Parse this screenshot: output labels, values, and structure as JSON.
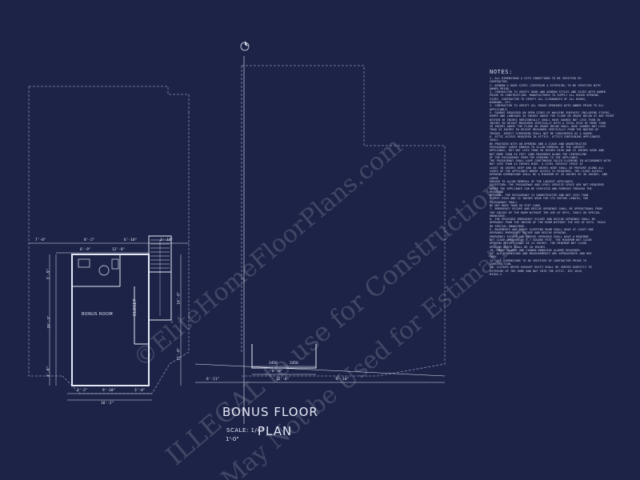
{
  "title_block": {
    "plan_title_line1": "BONUS FLOOR",
    "plan_title_line2": "PLAN",
    "scale": "SCALE: 1/4\"",
    "scale_unit": "1'-0\""
  },
  "room_labels": {
    "bonus_room": "BONUS ROOM",
    "closet": "CLOSET"
  },
  "notes": {
    "title": "NOTES:",
    "lines": [
      "1. ALL DIMENSIONS & SITE CONDITIONS TO BE VERIFIED BY",
      "CONTRACTOR.",
      "2. WINDOW & DOOR SIZES (INTERIOR & EXTERIOR) TO BE VERIFIED WITH",
      "OWNER PRIOR.",
      "3. CONTRACTOR TO VERIFY DOOR AND WINDOW STYLES AND SIZES WITH OWNER",
      "PRIOR TO CONSTRUCTION. MANUFACTURER TO SUPPLY ALL ROUGH OPENING",
      "SIZES. CONTRACTOR TO VERIFY ALL CLEARANCES OF ALL DOORS,",
      "WINDOWS, ETC.",
      "4. CONTRACTOR TO VERIFY ALL ROUGH OPENINGS WITH OWNER PRIOR TO ALL",
      "APPLICABLE.",
      "5. GUARDS REQUIRED ON OPEN SIDES OF WALKING SURFACES INCLUDING STAIRS,",
      "RAMPS AND LANDINGS 30 INCHES ABOVE THE FLOOR OR GRADE BELOW AT ANY POINT",
      "WITHIN 36 INCHES HORIZONTALLY SHALL HAVE GUARDS NOT LESS THAN 36",
      "INCHES IN HEIGHT MEASURED VERTICALLY WITH A TOTAL RISE OF MORE THAN",
      "30 INCHES ABOVE THE FLOOR OR GRADE BELOW SHALL HAVE GUARDS NOT LESS",
      "THAN 34 INCHES IN HEIGHT MEASURED VERTICALLY FROM THE NOSING OF",
      "TREADS. INSECT SCREENING SHALL NOT BE CONSIDERED AS A GUARD.",
      "6. ATTIC ACCESS REQUIRED IN ATTICS. ATTICS CONTAINING APPLIANCES",
      "SHALL",
      "BE PROVIDED WITH AN OPENING AND A CLEAR AND UNOBSTRUCTED",
      "PASSAGEWAY LARGE ENOUGH TO ALLOW REMOVAL OF THE LARGEST",
      "APPLIANCE, BUT NOT LESS THAN 30 INCHES HIGH AND 22 INCHES WIDE AND",
      "NOT MORE THAN 20 FEET LONG MEASURED ALONG THE CENTERLINE",
      "OF THE PASSAGEWAY FROM THE OPENING TO THE APPLIANCE.",
      "THE PASSAGEWAY SHALL HAVE CONTINUOUS SOLID FLOORING IN ACCORDANCE WITH",
      "NOT LESS THAN 24 INCHES WIDE. A LEVEL SERVICE SPACE AT",
      "LEAST 30 INCHES DEEP AND 30 INCHES WIDE SHALL BE PRESENT ALONG ALL",
      "SIDES OF THE APPLIANCE WHERE ACCESS IS REQUIRED. THE CLEAR ACCESS",
      "OPENING DIMENSIONS SHALL BE A MINIMUM OF 20 INCHES BY 30 INCHES, AND",
      "LARGE",
      "ENOUGH TO ALLOW REMOVAL OF THE LARGEST APPLIANCE.",
      "EXCEPTION: THE PASSAGEWAY AND LEVEL SERVICE SPACE ARE NOT REQUIRED",
      "WHERE THE APPLIANCE CAN BE SERVICED AND REMOVED THROUGH THE",
      "REQUIRED",
      "OPENING. THE PASSAGEWAY IS UNOBSTRUCTED AND NOT LESS THAN",
      "6 FEET HIGH AND 22 INCHES WIDE FOR ITS ENTIRE LENGTH, THE",
      "PASSAGEWAY SHALL",
      "BE NOT MORE THAN 50 FEET LONG.",
      "7. EMERGENCY ESCAPE AND RESCUE OPENINGS SHALL BE OPERATIONAL FROM",
      "THE INSIDE OF THE ROOM WITHOUT THE USE OF KEYS, TOOLS OR SPECIAL",
      "KNOWLEDGE.",
      "8. THE PROVIDED EMERGENCY ESCAPE AND RESCUE OPENINGS SHALL BE",
      "OPERABLE FROM THE INSIDE OF THE ROOM WITHOUT THE USE OF KEYS, TOOLS",
      "OR SPECIAL KNOWLEDGE.",
      "9. BASEMENTS AND EVERY SLEEPING ROOM SHALL HAVE AT LEAST ONE",
      "OPERABLE EMERGENCY ESCAPE AND RESCUE OPENING.",
      "EMERGENCY ESCAPE AND RESCUE OPENINGS SHALL HAVE A MINIMUM",
      "NET CLEAR OPENING OF 5.7 SQUARE FEET. THE MINIMUM NET CLEAR",
      "OPENING HEIGHT SHALL BE 24 INCHES. THE MINIMUM NET CLEAR",
      "OPENING WIDTH SHALL BE 20 INCHES.",
      "10. SMOKE ALARMS AND CARBON MONOXIDE ALARMS REQUIRED.",
      "11. ALL DIMENSIONS AND MEASUREMENTS ARE APPROXIMATE AND MAY",
      "VARY.",
      "12. ALL DIMENSIONS TO BE VERIFIED BY CONTRACTOR PRIOR TO",
      "CONSTRUCTION.",
      "13. CLOTHES DRYER EXHAUST DUCTS SHALL BE VENTED DIRECTLY TO",
      "EXTERIOR OF THE HOME AND NOT INTO THE ATTIC. IRC 2018,",
      "M1502.2"
    ]
  },
  "dimensions": {
    "dim_7ft": "7'-0\"",
    "dim_8_2": "8'-2\"",
    "dim_6_10": "6'-10\"",
    "dim_3_10": "3'-10\"",
    "dim_6_9": "6'-9\"",
    "dim_16_2": "16'-2\"",
    "dim_12_8": "12'-8\"",
    "dim_6_11": "6'-11\"",
    "dim_12_0": "12'-0\"",
    "dim_6_10b": "6'-10\"",
    "dim_6_0": "6'-0\"",
    "dim_2456": "2456",
    "dim_2456b": "2456",
    "dim_left1": "5'-9\"",
    "dim_left2": "10'-3\"",
    "dim_left3": "3'-0\"",
    "dim_bot1": "3'-2\"",
    "dim_bot2": "9'-10\"",
    "dim_bot3": "3'-0\"",
    "dim_right1": "14'-6\"",
    "dim_right2": "11'-0\""
  },
  "watermark": {
    "line1": "©EliteHomeFloorPlans.com",
    "line2": "ILLEGAL to use for Construction",
    "line3": "May Not be Used for Estimation"
  },
  "colors": {
    "background": "#1c2347",
    "linework": "#e6e9f6",
    "dashed": "#8a91b5"
  },
  "icons": {
    "north_marker": "north-arrow-icon"
  }
}
